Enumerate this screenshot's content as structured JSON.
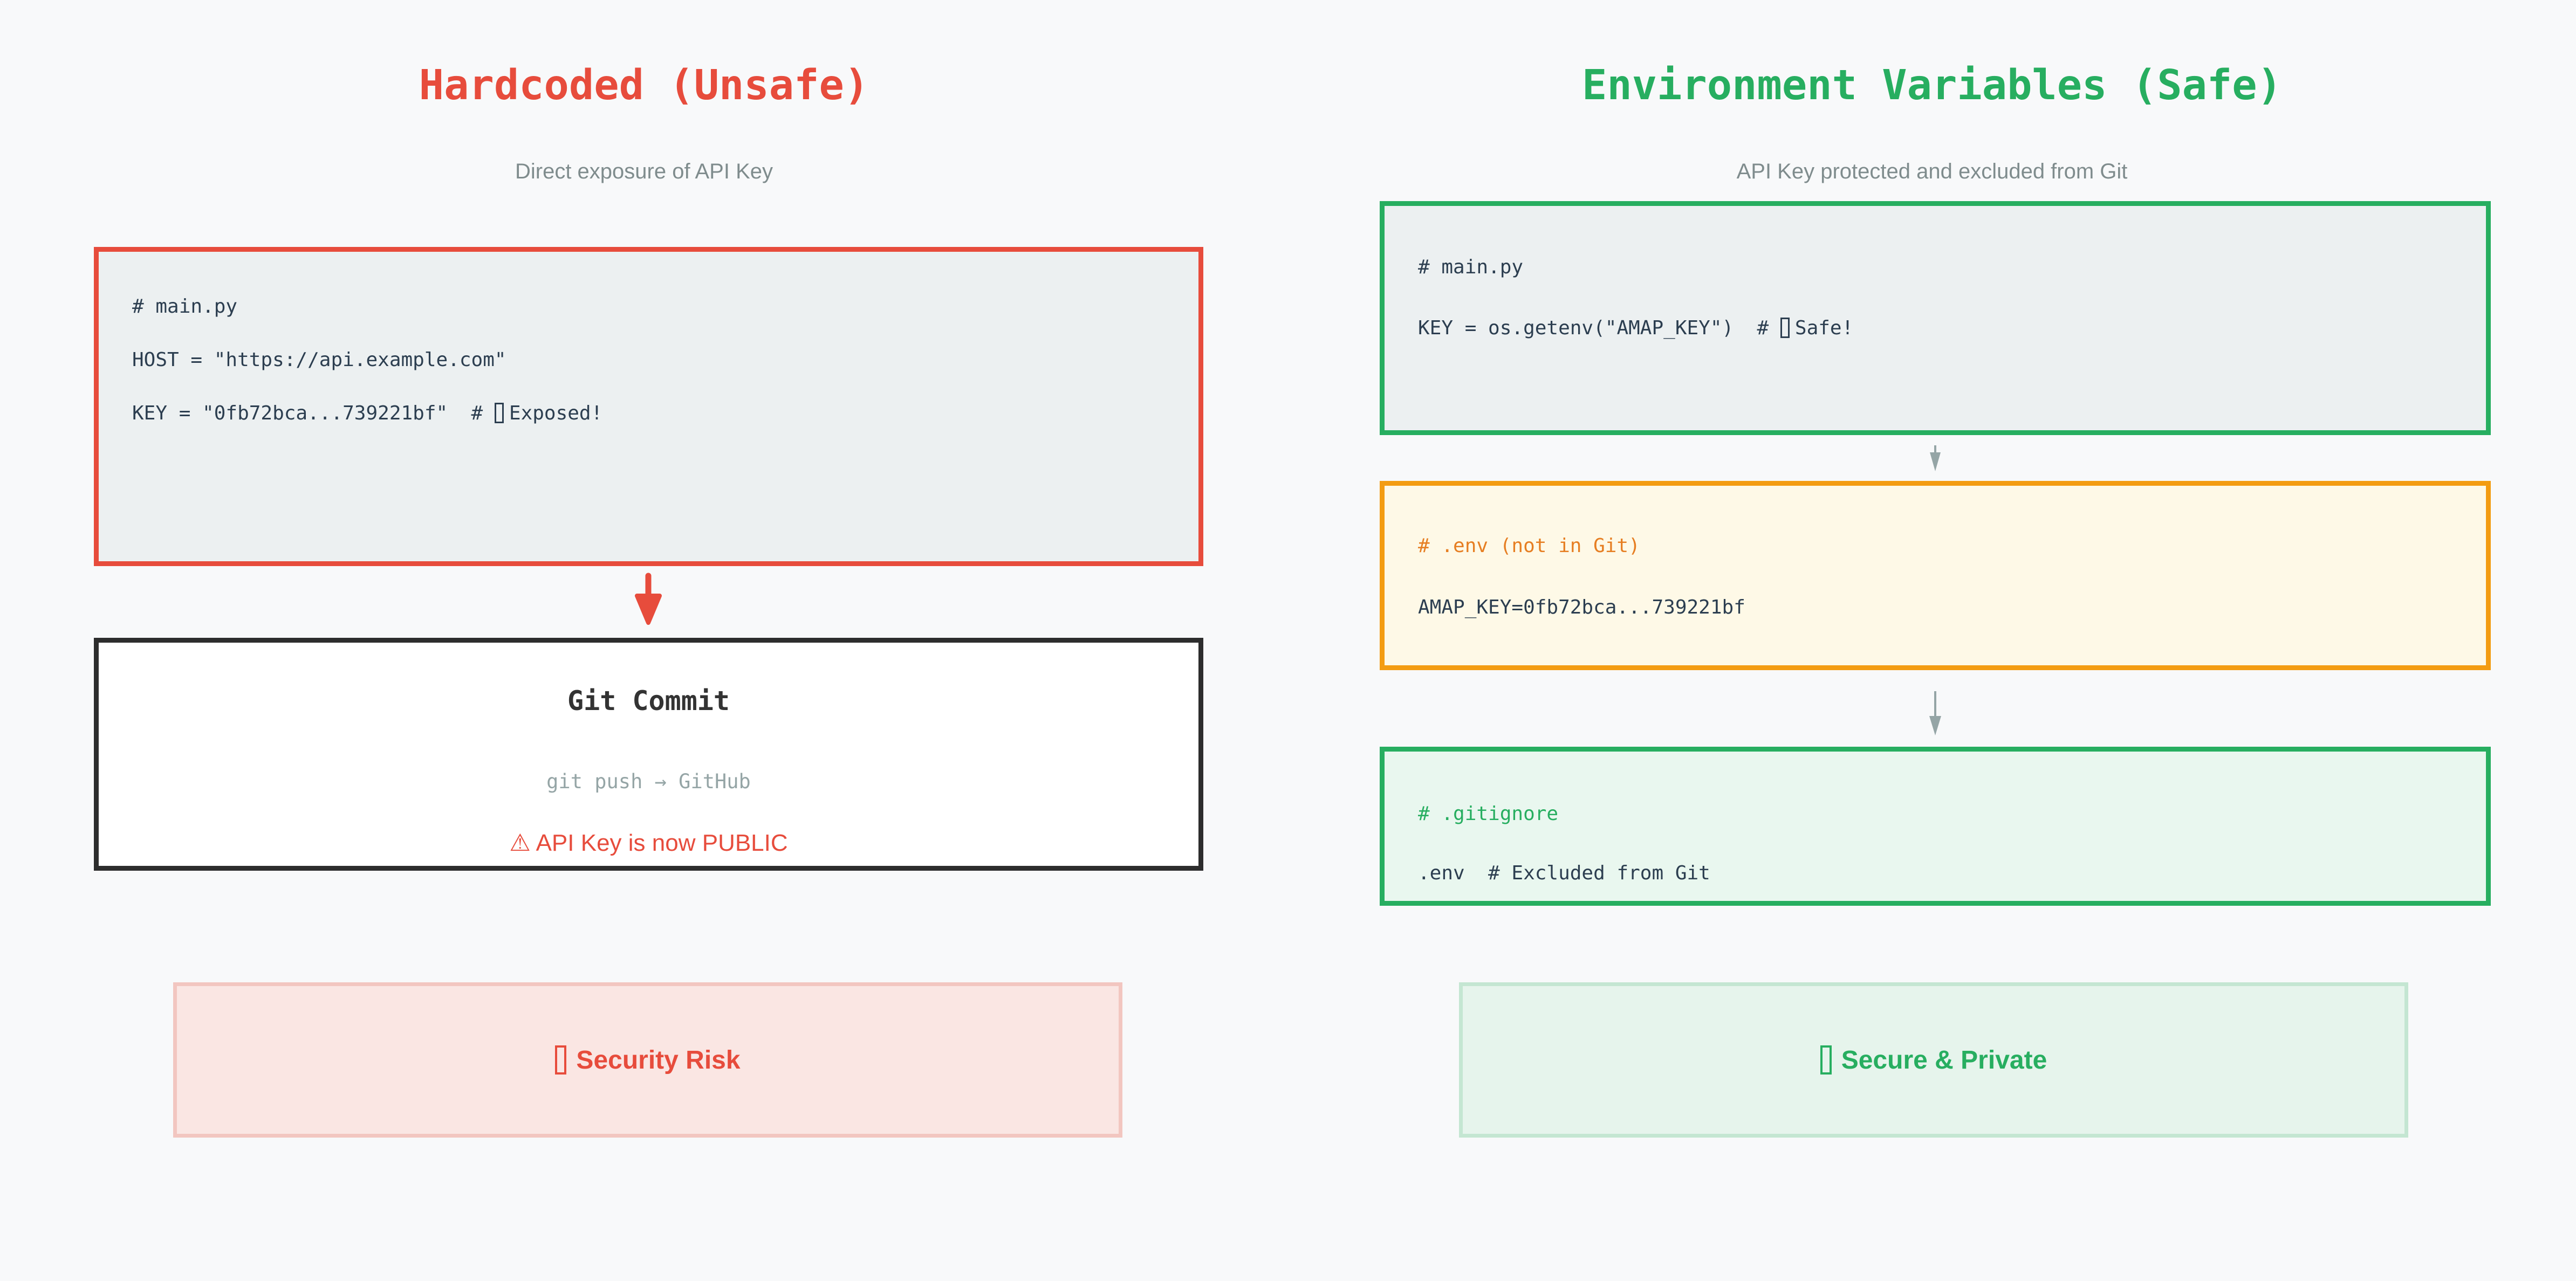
{
  "colors": {
    "page_bg": "#f8f9fa",
    "unsafe_red": "#e74c3c",
    "safe_green": "#27ae60",
    "env_border_orange": "#f39c12",
    "env_comment_orange": "#e67e22",
    "code_bg": "#ecf0f1",
    "code_text": "#2c3e50",
    "subtitle_gray": "#7f8c8d",
    "muted_gray": "#95a5a6",
    "git_box_border": "#2d2d2d",
    "env_bg": "#fef9e7",
    "gitignore_bg": "#e9f7ef",
    "risk_banner_bg": "#fae6e3",
    "secure_banner_bg": "#e6f4ec"
  },
  "left": {
    "title": "Hardcoded (Unsafe)",
    "subtitle": "Direct exposure of API Key",
    "code_box": {
      "line1": "# main.py",
      "line2": "HOST = \"https://api.example.com\"",
      "line3_prefix": "KEY = \"0fb72bca...739221bf\"  # ",
      "line3_suffix": "Exposed!"
    },
    "git_box": {
      "title": "Git Commit",
      "subtitle": "git push → GitHub",
      "warning": "⚠ API Key is now PUBLIC"
    },
    "risk_label": "Security Risk"
  },
  "right": {
    "title": "Environment Variables (Safe)",
    "subtitle": "API Key protected and excluded from Git",
    "code_box": {
      "line1": "# main.py",
      "line2_prefix": "KEY = os.getenv(\"AMAP_KEY\")  # ",
      "line2_suffix": "Safe!"
    },
    "env_box": {
      "comment": "# .env (not in Git)",
      "value": "AMAP_KEY=0fb72bca...739221bf"
    },
    "gitignore_box": {
      "comment": "# .gitignore",
      "value": ".env  # Excluded from Git"
    },
    "secure_label": "Secure & Private"
  }
}
